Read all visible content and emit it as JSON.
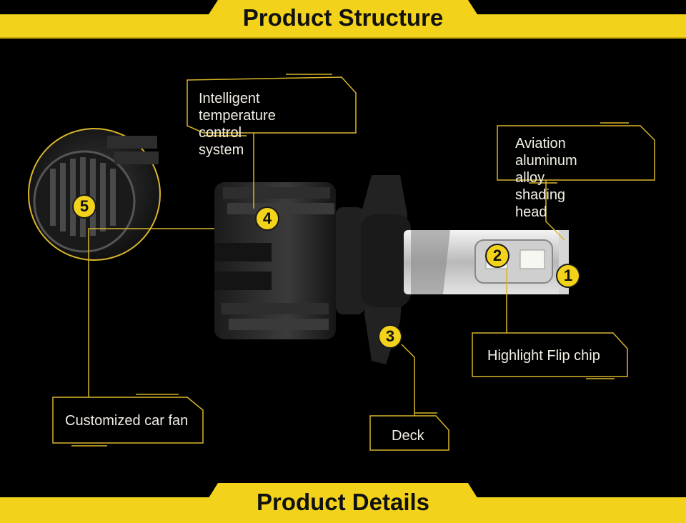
{
  "header": {
    "title": "Product Structure"
  },
  "footer": {
    "title": "Product Details"
  },
  "colors": {
    "accent": "#f2d21a",
    "line": "#d8b62a",
    "background": "#000000"
  },
  "callouts": [
    {
      "number": "1",
      "label": "Aviation aluminum\nalloy shading head"
    },
    {
      "number": "2",
      "label": "Highlight Flip chip"
    },
    {
      "number": "3",
      "label": "Deck"
    },
    {
      "number": "4",
      "label": "Intelligent temperature\ncontrol system"
    },
    {
      "number": "5",
      "label": "Customized car fan"
    }
  ]
}
